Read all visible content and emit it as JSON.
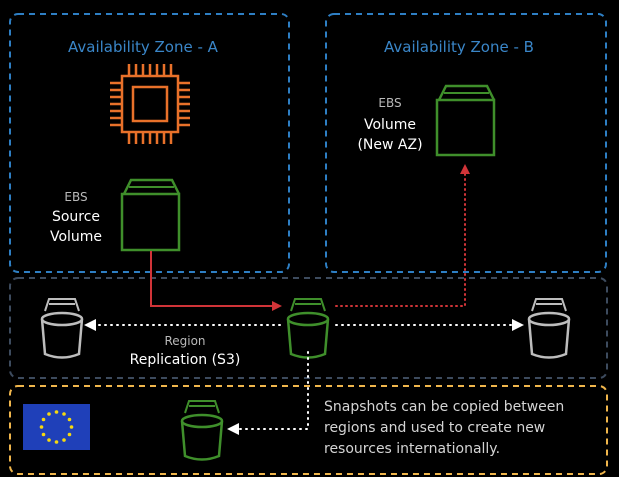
{
  "zones": [
    {
      "title": "Availability Zone - A"
    },
    {
      "title": "Availability Zone - B"
    }
  ],
  "source_volume": {
    "type": "EBS",
    "line1": "Source",
    "line2": "Volume"
  },
  "new_volume": {
    "type": "EBS",
    "line1": "Volume",
    "line2": "(New AZ)"
  },
  "replication": {
    "label_small": "Region",
    "label": "Replication (S3)"
  },
  "note": "Snapshots can be copied between regions and used to create new resources internationally.",
  "colors": {
    "zone_border": "#2e7fc4",
    "region_border": "#3d4b5e",
    "global_border": "#f0b64c",
    "ec2_orange": "#e8712a",
    "ebs_green": "#3f8f2b",
    "s3_gray": "#bdbdbd",
    "arrow_red": "#d13438",
    "eu_blue": "#1f40b9",
    "eu_star": "#f6d90f"
  },
  "icons": [
    "ec2-instance-icon",
    "ebs-volume-icon",
    "s3-bucket-icon",
    "eu-flag-icon"
  ]
}
